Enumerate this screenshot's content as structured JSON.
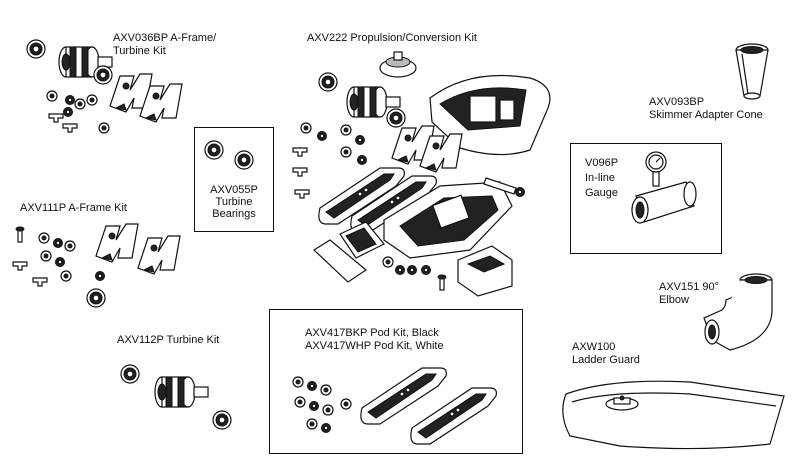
{
  "labels": {
    "axv036bp_line1": "AXV036BP A-Frame/",
    "axv036bp_line2": "Turbine Kit",
    "axv222": "AXV222 Propulsion/Conversion Kit",
    "axv093bp_line1": "AXV093BP",
    "axv093bp_line2": "Skimmer Adapter Cone",
    "axv055p_line1": "AXV055P",
    "axv055p_line2": "Turbine",
    "axv055p_line3": "Bearings",
    "v096p_line1": "V096P",
    "v096p_line2": "In-line",
    "v096p_line3": "Gauge",
    "axv111p": "AXV111P A-Frame Kit",
    "axv151_line1": "AXV151 90°",
    "axv151_line2": "Elbow",
    "axv112p": "AXV112P Turbine Kit",
    "axv417_line1": "AXV417BKP Pod Kit, Black",
    "axv417_line2": "AXV417WHP Pod Kit, White",
    "axw100_line1": "AXW100",
    "axw100_line2": "Ladder Guard"
  }
}
